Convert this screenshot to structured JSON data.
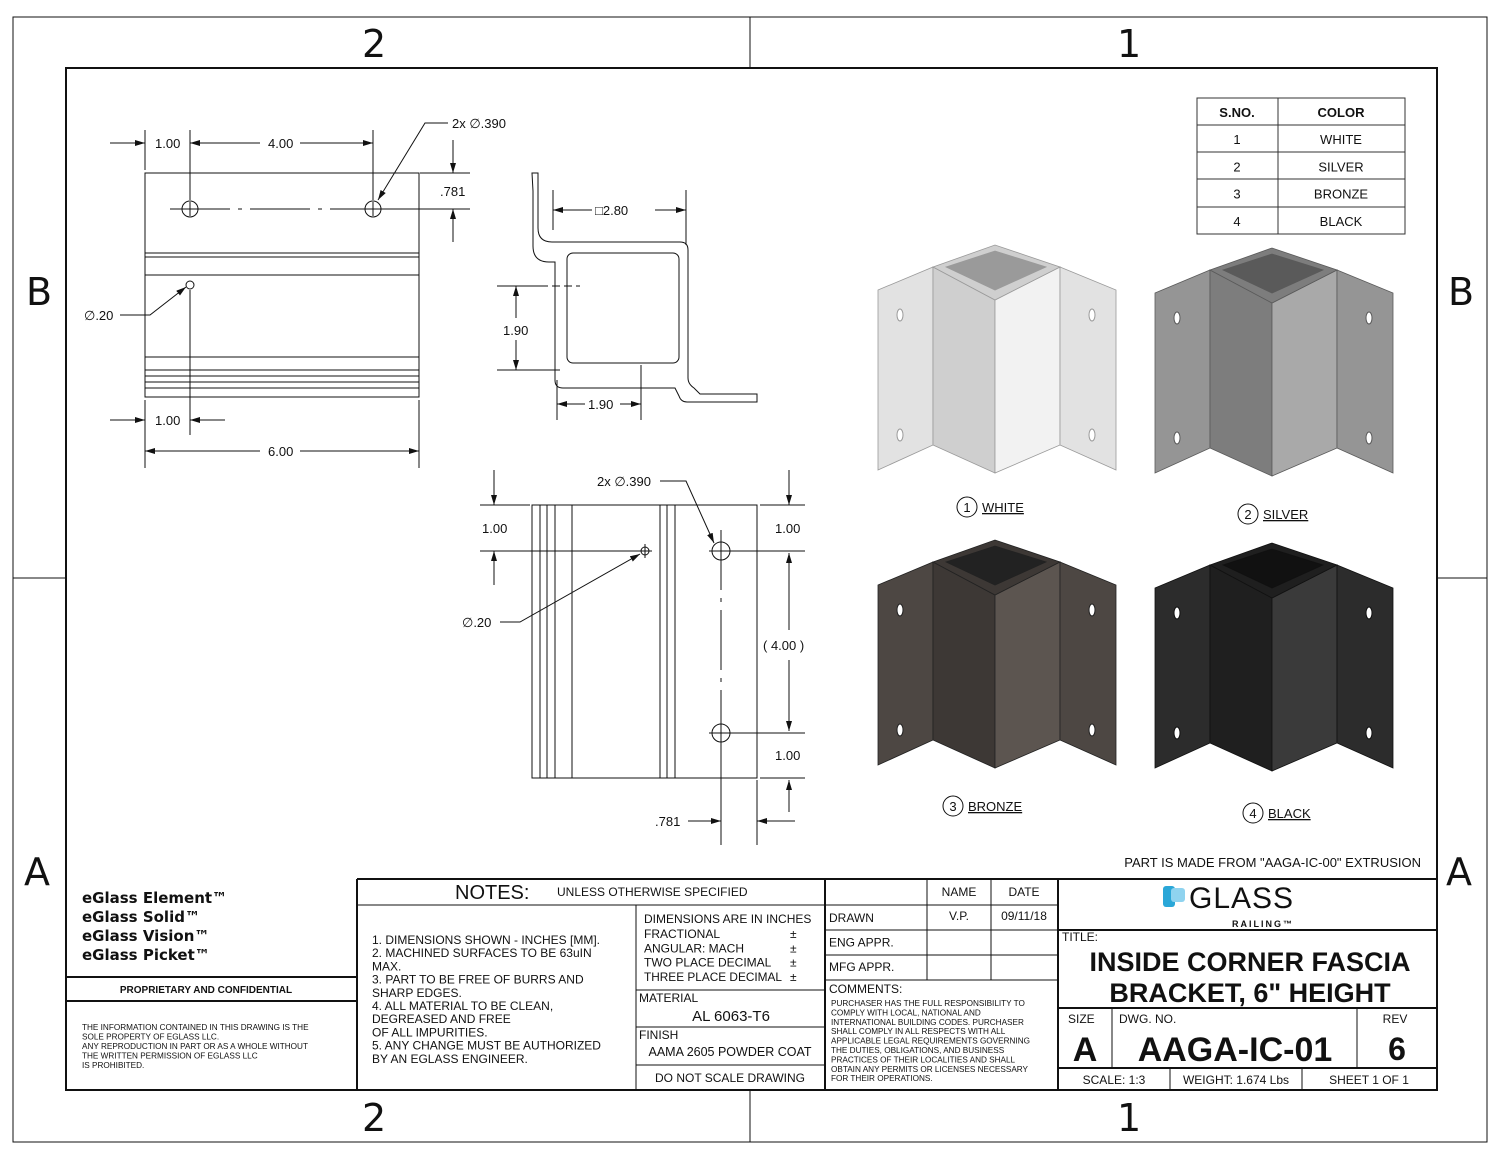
{
  "zones": {
    "top_left": "2",
    "top_right": "1",
    "bottom_left": "2",
    "bottom_right": "1",
    "left_upper": "B",
    "right_upper": "B",
    "left_lower": "A",
    "right_lower": "A"
  },
  "dims": {
    "front_1": "1.00",
    "front_4": "4.00",
    "front_hole": "2x ∅.390",
    "front_781": ".781",
    "front_small": "∅.20",
    "front_1b": "1.00",
    "front_6": "6.00",
    "side_280": "□2.80",
    "side_190v": "1.90",
    "side_190h": "1.90",
    "bot_hole": "2x ∅.390",
    "bot_1l": "1.00",
    "bot_1r": "1.00",
    "bot_small": "∅.20",
    "bot_4": "( 4.00 )",
    "bot_1b": "1.00",
    "bot_781": ".781"
  },
  "color_table": {
    "headers": [
      "S.NO.",
      "COLOR"
    ],
    "rows": [
      [
        "1",
        "WHITE"
      ],
      [
        "2",
        "SILVER"
      ],
      [
        "3",
        "BRONZE"
      ],
      [
        "4",
        "BLACK"
      ]
    ]
  },
  "views": [
    {
      "num": "1",
      "label": "WHITE",
      "light": "#f2f2f2",
      "mid": "#e2e2e2",
      "dark": "#cfcfcf",
      "edge": "#9a9a9a"
    },
    {
      "num": "2",
      "label": "SILVER",
      "light": "#a9a9a9",
      "mid": "#959595",
      "dark": "#7d7d7d",
      "edge": "#5a5a5a"
    },
    {
      "num": "3",
      "label": "BRONZE",
      "light": "#5c5550",
      "mid": "#4d4743",
      "dark": "#3d3835",
      "edge": "#222"
    },
    {
      "num": "4",
      "label": "BLACK",
      "light": "#3a3a3a",
      "mid": "#2c2c2c",
      "dark": "#1f1f1f",
      "edge": "#111"
    }
  ],
  "extrusion_note": "PART IS MADE FROM \"AAGA-IC-00\" EXTRUSION",
  "brands": [
    "eGlass Element™",
    "eGlass Solid™",
    "eGlass Vision™",
    "eGlass Picket™"
  ],
  "proprietary": "PROPRIETARY AND CONFIDENTIAL",
  "disclaimer": [
    "THE INFORMATION CONTAINED IN THIS DRAWING IS THE",
    "SOLE PROPERTY OF EGLASS LLC.",
    "ANY REPRODUCTION IN PART OR AS A WHOLE WITHOUT",
    "THE WRITTEN PERMISSION OF EGLASS LLC",
    "IS PROHIBITED."
  ],
  "notes": {
    "title": "NOTES:",
    "subtitle": "UNLESS OTHERWISE SPECIFIED",
    "lines": [
      "1. DIMENSIONS SHOWN - INCHES [MM].",
      "2. MACHINED SURFACES TO BE 63uIN",
      "MAX.",
      "3. PART TO BE FREE OF BURRS AND",
      "SHARP EDGES.",
      "4. ALL MATERIAL TO BE CLEAN,",
      "DEGREASED AND FREE",
      "OF ALL IMPURITIES.",
      "5. ANY CHANGE MUST BE AUTHORIZED",
      "BY AN EGLASS ENGINEER."
    ]
  },
  "tolerances": {
    "header": "DIMENSIONS ARE IN INCHES",
    "rows": [
      "FRACTIONAL",
      "ANGULAR: MACH",
      "TWO PLACE DECIMAL",
      "THREE PLACE DECIMAL"
    ],
    "pm": "±"
  },
  "material": {
    "label": "MATERIAL",
    "value": "AL 6063-T6"
  },
  "finish": {
    "label": "FINISH",
    "value": "AAMA 2605 POWDER COAT"
  },
  "do_not_scale": "DO NOT SCALE DRAWING",
  "approvals": {
    "headers": [
      "NAME",
      "DATE"
    ],
    "rows": [
      [
        "DRAWN",
        "V.P.",
        "09/11/18"
      ],
      [
        "ENG APPR.",
        "",
        ""
      ],
      [
        "MFG APPR.",
        "",
        ""
      ]
    ]
  },
  "comments": {
    "label": "COMMENTS:",
    "lines": [
      "PURCHASER HAS THE FULL RESPONSIBILITY TO",
      "COMPLY WITH LOCAL, NATIONAL AND",
      "INTERNATIONAL BUILDING CODES. PURCHASER",
      "SHALL COMPLY IN ALL RESPECTS WITH ALL",
      "APPLICABLE LEGAL REQUIREMENTS GOVERNING",
      "THE DUTIES, OBLIGATIONS, AND BUSINESS",
      "PRACTICES OF THEIR LOCALITIES AND SHALL",
      "OBTAIN ANY PERMITS OR LICENSES NECESSARY",
      "FOR THEIR OPERATIONS."
    ]
  },
  "logo": {
    "word": "GLASS",
    "sub": "RAILING™",
    "color": "#2aa7d8"
  },
  "title": {
    "label": "TITLE:",
    "line1": "INSIDE CORNER FASCIA",
    "line2": "BRACKET, 6\" HEIGHT"
  },
  "size": {
    "label": "SIZE",
    "value": "A"
  },
  "dwg": {
    "label": "DWG.  NO.",
    "value": "AAGA-IC-01"
  },
  "rev": {
    "label": "REV",
    "value": "6"
  },
  "scale": "SCALE: 1:3",
  "weight": "WEIGHT: 1.674 Lbs",
  "sheet": "SHEET 1 OF 1"
}
